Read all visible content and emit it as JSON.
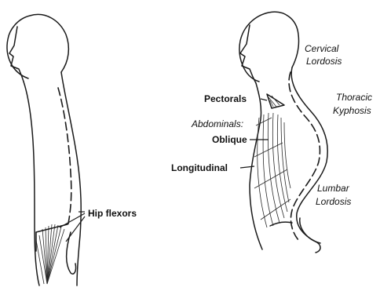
{
  "left_figure": {
    "labels": {
      "hip_flexors": "Hip flexors"
    }
  },
  "right_figure": {
    "labels": {
      "pectorals": "Pectorals",
      "abdominals": "Abdominals:",
      "oblique": "Oblique",
      "longitudinal": "Longitudinal",
      "cervical_1": "Cervical",
      "cervical_2": "Lordosis",
      "thoracic_1": "Thoracic",
      "thoracic_2": "Kyphosis",
      "lumbar_1": "Lumbar",
      "lumbar_2": "Lordosis"
    }
  }
}
